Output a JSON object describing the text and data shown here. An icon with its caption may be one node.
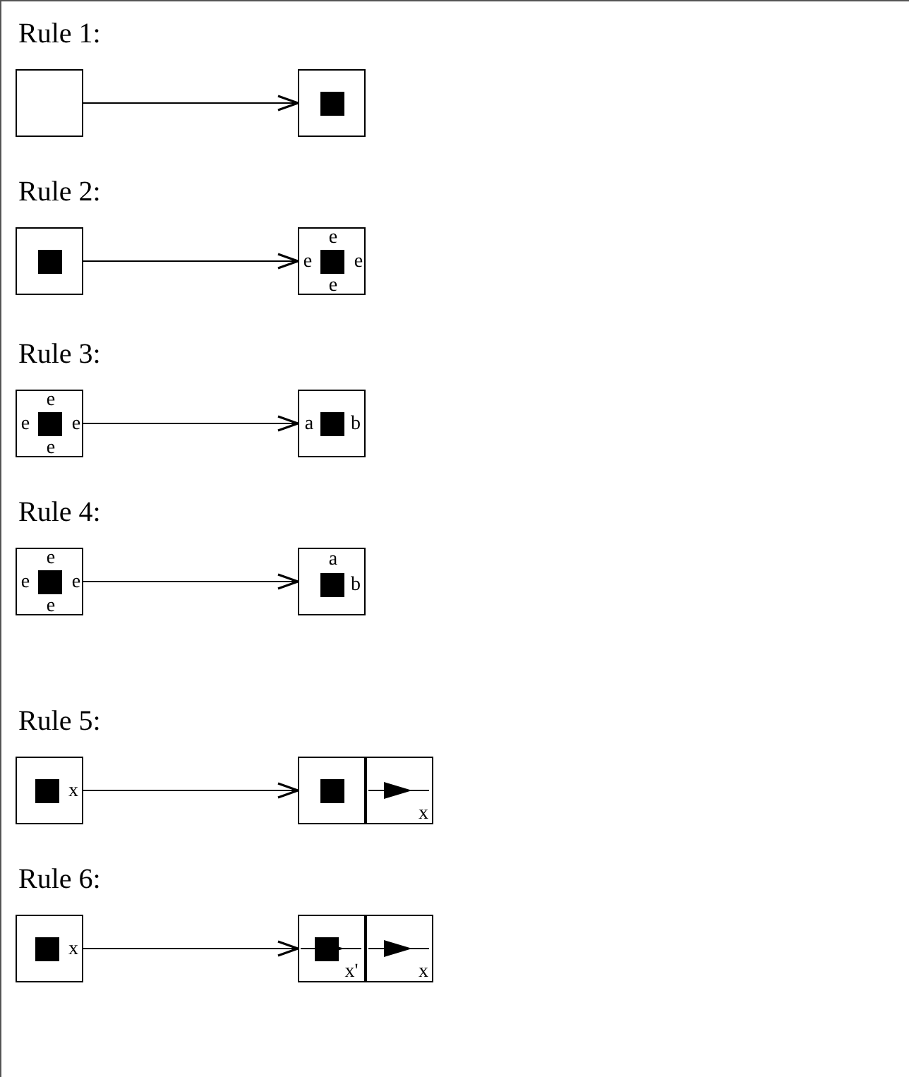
{
  "diagram": {
    "nodes": [
      {
        "text": [],
        "shape": "box"
      },
      {
        "text": [],
        "shape": "box"
      },
      {
        "text": [],
        "shape": "box"
      },
      {
        "text": [
          "e",
          "e",
          "e",
          "e"
        ]
      },
      {
        "text": [
          "e",
          "e",
          "e",
          "e"
        ]
      },
      {
        "text": [
          "a",
          "b"
        ]
      },
      {
        "text": [
          "e",
          "e",
          "e",
          "e"
        ]
      },
      {
        "text": [
          "a",
          "b"
        ]
      },
      {
        "text": [
          "x"
        ]
      },
      {
        "text": [],
        "shape": "box"
      },
      {
        "text": [
          "x"
        ]
      },
      {
        "text": [
          "x"
        ]
      },
      {
        "text": [
          "x'"
        ]
      },
      {
        "text": [
          "x"
        ]
      }
    ],
    "edges": [
      {
        "from": 0,
        "to": 1,
        "arrow": "to"
      },
      {
        "from": 2,
        "to": 3,
        "arrow": "to"
      },
      {
        "from": 4,
        "to": 5,
        "arrow": "to"
      },
      {
        "from": 6,
        "to": 7,
        "arrow": "to"
      },
      {
        "from": 8,
        "to": 9,
        "arrow": "to"
      },
      {
        "from": 11,
        "to": 12,
        "arrow": "to"
      }
    ],
    "labels": [
      "Rule 1:",
      "Rule 2:",
      "Rule 3:",
      "Rule 4:",
      "Rule 5:",
      "Rule 6:"
    ]
  }
}
